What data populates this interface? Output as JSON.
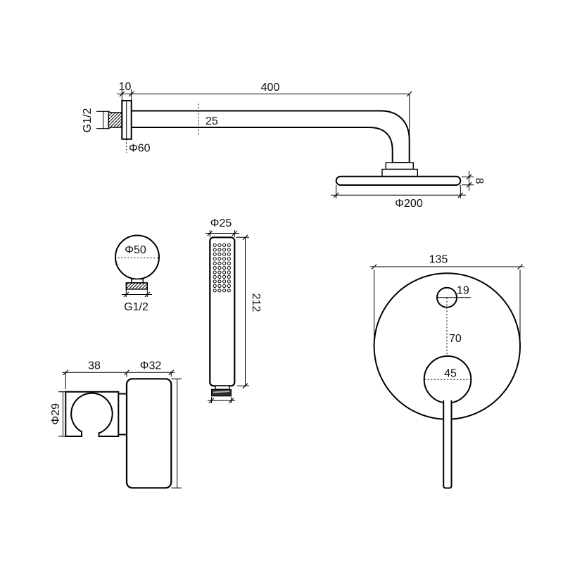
{
  "drawing": {
    "background": "#ffffff",
    "line_color": "#000000",
    "rain_shower": {
      "flange_offset": "10",
      "arm_length": "400",
      "arm_diameter": "25",
      "wall_thread": "G1/2",
      "flange_diameter": "Φ60",
      "head_diameter": "Φ200",
      "head_thickness": "8"
    },
    "wall_outlet": {
      "outlet_diameter": "Φ50",
      "thread": "G1/2"
    },
    "hand_shower": {
      "wand_diameter": "Φ25",
      "wand_length": "212"
    },
    "mixer": {
      "plate_width": "135",
      "diverter_diameter": "19",
      "center_distance": "70",
      "handle_base_diameter": "45"
    },
    "holder": {
      "clip_width": "38",
      "body_width": "Φ32",
      "clip_diameter": "Φ29"
    }
  }
}
